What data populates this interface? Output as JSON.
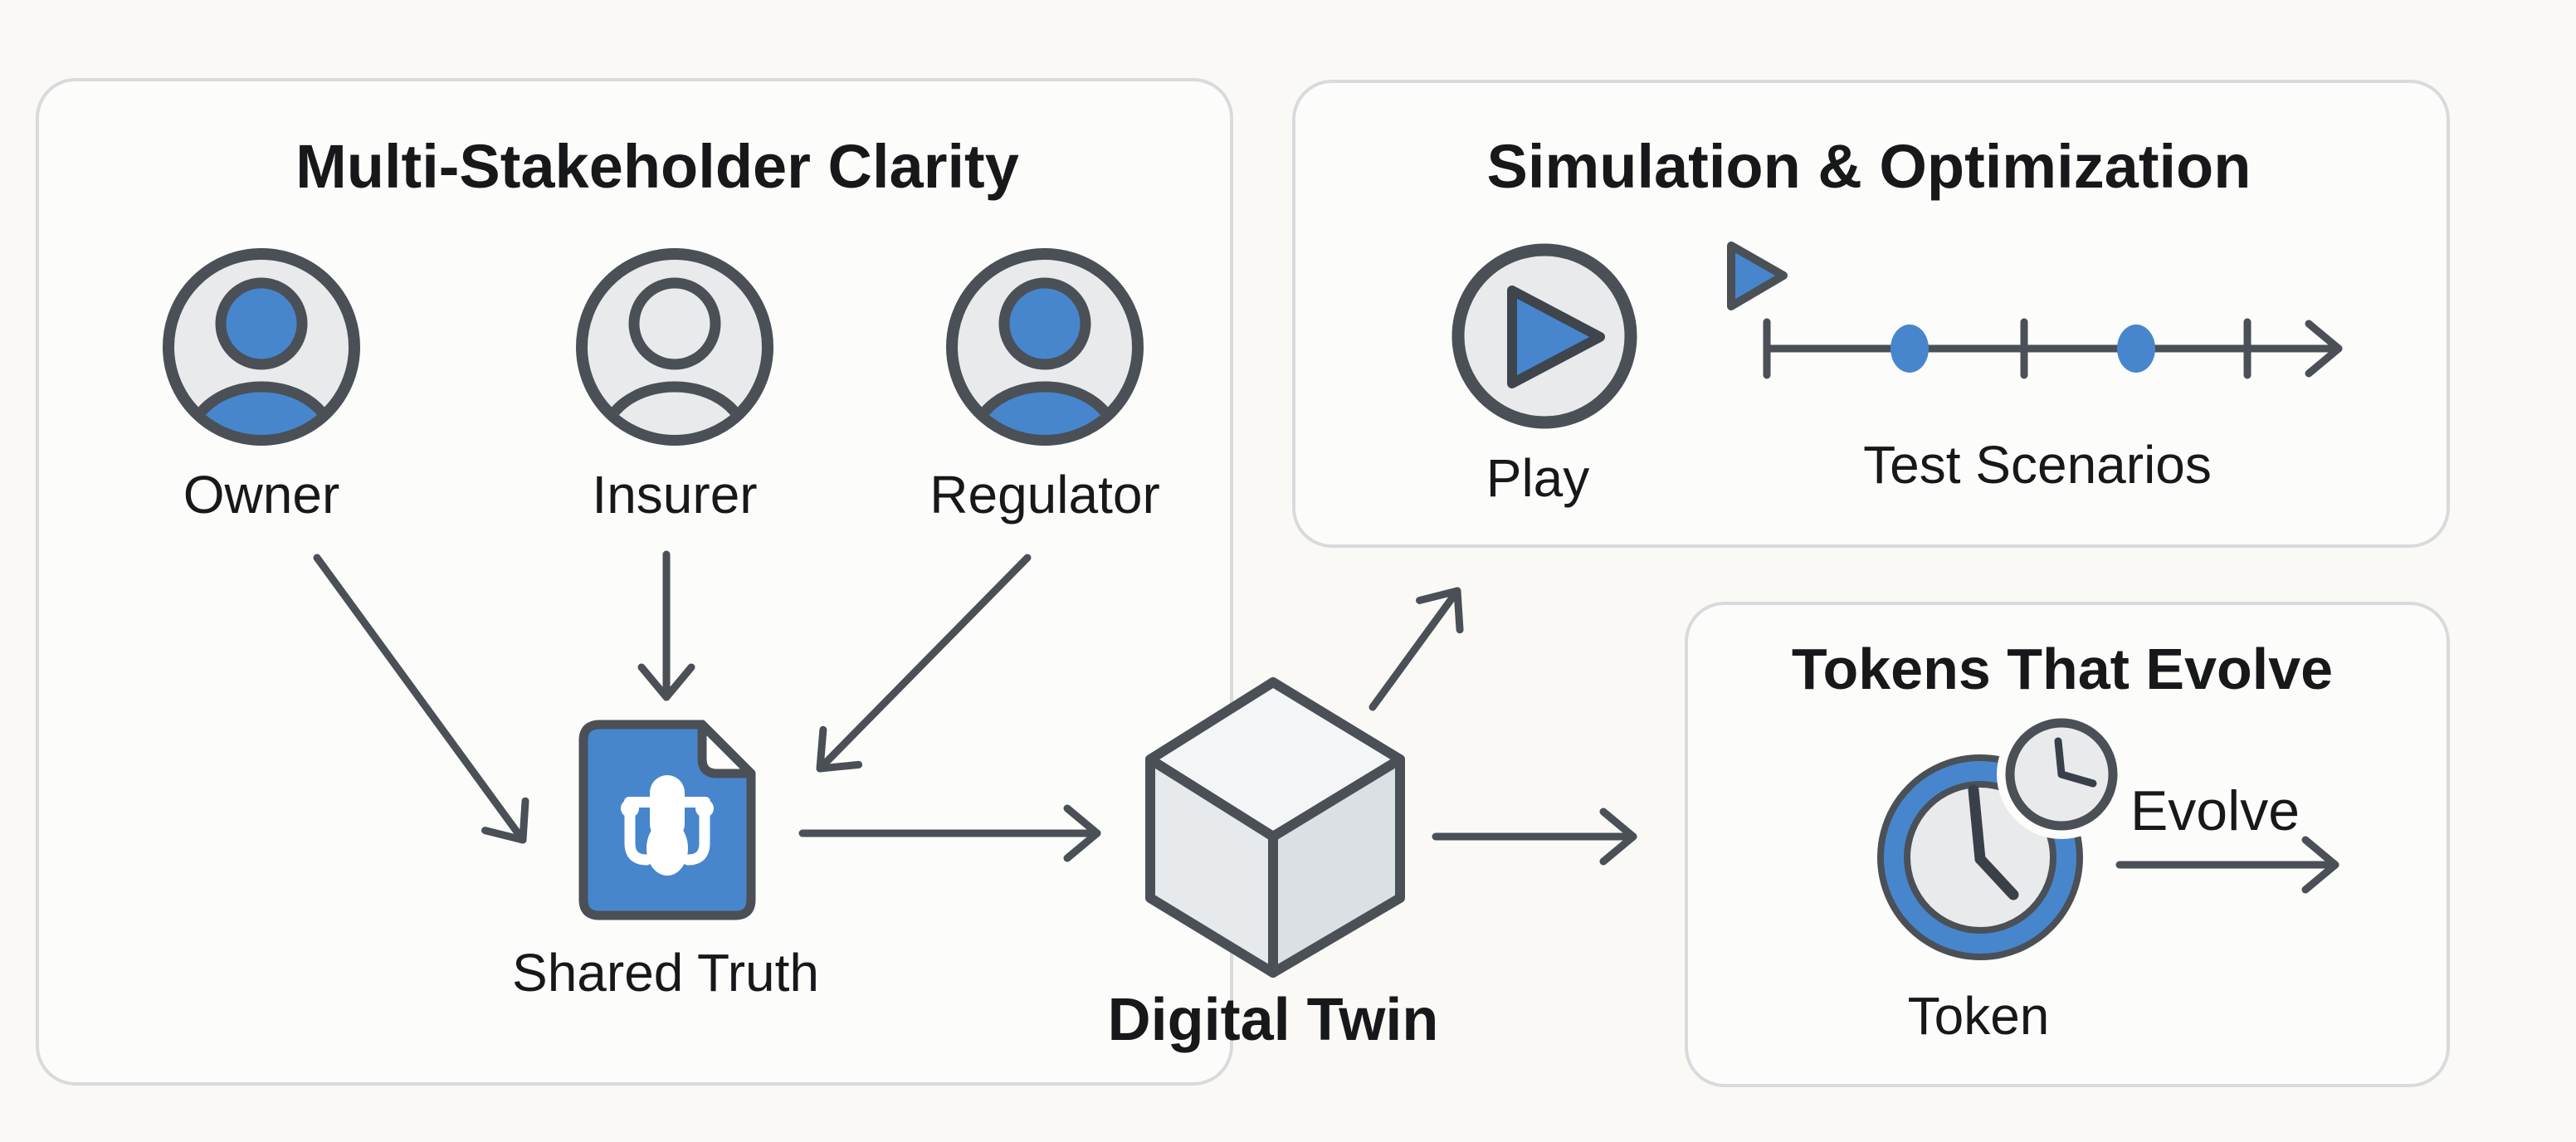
{
  "page": {
    "background": "#FAF9F6"
  },
  "colors": {
    "accent_blue": "#4786CC",
    "stroke_dark": "#4A5056",
    "panel_border": "#D8DADC",
    "panel_bg": "#FCFCFB",
    "text": "#17181A",
    "cube_top": "#F3F5F6",
    "cube_left": "#E7EAED",
    "cube_right": "#DBE0E4",
    "icon_bg": "#E8EAEC"
  },
  "panels": {
    "stakeholder": {
      "title": "Multi-Stakeholder Clarity"
    },
    "simulation": {
      "title": "Simulation & Optimization",
      "play_label": "Play",
      "timeline_label": "Test Scenarios"
    },
    "tokens": {
      "title": "Tokens That Evolve",
      "evolve_label": "Evolve",
      "token_label": "Token"
    }
  },
  "nodes": {
    "owner": "Owner",
    "insurer": "Insurer",
    "regulator": "Regulator",
    "shared_truth": "Shared Truth",
    "digital_twin": "Digital Twin"
  },
  "icons": [
    "owner-avatar-icon",
    "insurer-avatar-icon",
    "regulator-avatar-icon",
    "shared-truth-document-icon",
    "digital-twin-cube-icon",
    "play-button-icon",
    "play-flag-icon",
    "scenario-timeline-icon",
    "token-clock-icon",
    "small-clock-icon"
  ]
}
